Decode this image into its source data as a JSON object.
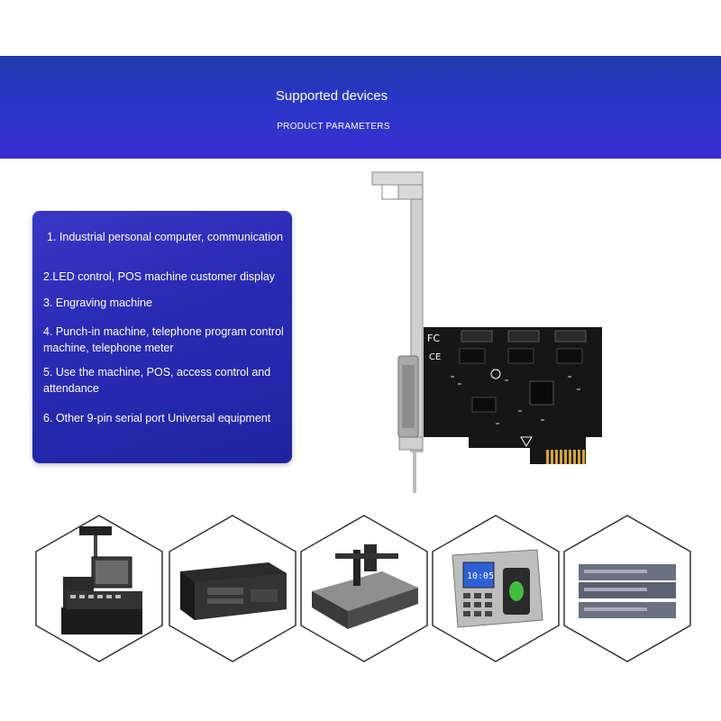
{
  "header": {
    "title": "Supported devices",
    "subtitle": "PRODUCT PARAMETERS"
  },
  "devices": [
    "1. Industrial personal computer, communication",
    "2.LED control, POS machine customer display",
    "3. Engraving machine",
    "4. Punch-in machine, telephone program control machine, telephone meter",
    "5. Use the machine, POS, access control and attendance",
    "6. Other 9-pin serial port Universal equipment"
  ],
  "device_images": [
    {
      "icon": "pos-terminal-icon"
    },
    {
      "icon": "industrial-pc-icon"
    },
    {
      "icon": "engraving-machine-icon"
    },
    {
      "icon": "attendance-terminal-icon"
    },
    {
      "icon": "network-equipment-icon"
    }
  ],
  "colors": {
    "banner": "#2a36c9",
    "panel": "#2a2bb5",
    "pcb": "#161616",
    "gold_contacts": "#d4a52a"
  }
}
